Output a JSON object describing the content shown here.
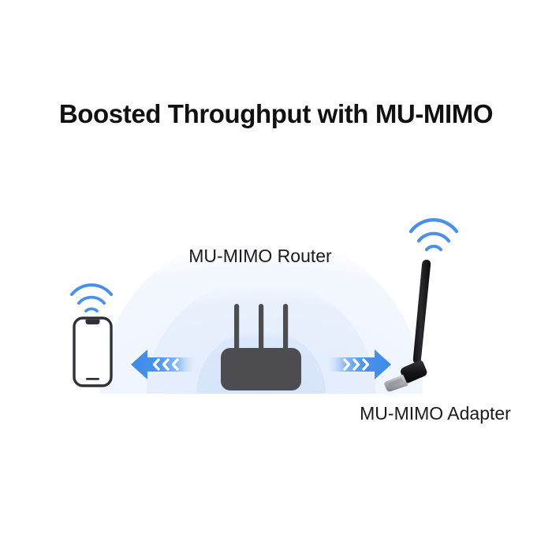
{
  "page": {
    "title": "Boosted Throughput with MU-MIMO",
    "background_color": "#ffffff"
  },
  "diagram": {
    "halo": {
      "name": "wireless-coverage-halo",
      "ring_color_outer": "#f2f6fd",
      "ring_color_mid": "#e6eefb",
      "ring_color_inner": "#d9e6fa"
    },
    "router": {
      "label": "MU-MIMO Router",
      "body_color": "#4c4c51",
      "antenna_color": "#4c4c51",
      "antenna_count": 3
    },
    "adapter": {
      "label": "MU-MIMO Adapter",
      "body_color": "#18181a",
      "connector_color": "#b9bcc1"
    },
    "phone": {
      "name": "smartphone",
      "outline_color": "#2e3138",
      "screen_color": "#ffffff"
    },
    "wifi_icons": [
      {
        "name": "wifi-icon-phone",
        "color": "#4a90e8",
        "arcs": 3
      },
      {
        "name": "wifi-icon-adapter",
        "color": "#4a90e8",
        "arcs": 3
      }
    ],
    "arrows": [
      {
        "name": "data-flow-arrow-left",
        "direction": "left",
        "chevrons": 3,
        "color": "#3d8ae8"
      },
      {
        "name": "data-flow-arrow-right",
        "direction": "right",
        "chevrons": 3,
        "color": "#3d8ae8"
      }
    ]
  }
}
